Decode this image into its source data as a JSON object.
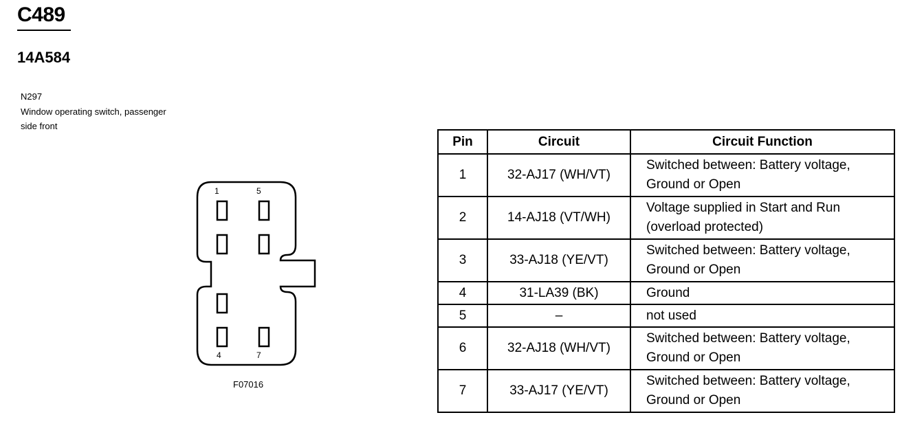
{
  "header": {
    "connector_id": "C489",
    "part_number": "14A584",
    "component_code": "N297",
    "component_desc": "Window operating switch, passenger side front"
  },
  "diagram": {
    "pin_labels": {
      "p1": "1",
      "p5": "5",
      "p4": "4",
      "p7": "7"
    },
    "figure_id": "F07016"
  },
  "table": {
    "headers": {
      "pin": "Pin",
      "circuit": "Circuit",
      "function": "Circuit Function"
    },
    "rows": [
      {
        "pin": "1",
        "circuit": "32-AJ17 (WH/VT)",
        "function": "Switched between: Battery voltage, Ground or Open"
      },
      {
        "pin": "2",
        "circuit": "14-AJ18 (VT/WH)",
        "function": "Voltage supplied in Start and Run (overload protected)"
      },
      {
        "pin": "3",
        "circuit": "33-AJ18 (YE/VT)",
        "function": "Switched between: Battery voltage, Ground or Open"
      },
      {
        "pin": "4",
        "circuit": "31-LA39 (BK)",
        "function": "Ground"
      },
      {
        "pin": "5",
        "circuit": "–",
        "function": "not used"
      },
      {
        "pin": "6",
        "circuit": "32-AJ18 (WH/VT)",
        "function": "Switched between: Battery voltage, Ground or Open"
      },
      {
        "pin": "7",
        "circuit": "33-AJ17 (YE/VT)",
        "function": "Switched between: Battery voltage, Ground or Open"
      }
    ]
  }
}
